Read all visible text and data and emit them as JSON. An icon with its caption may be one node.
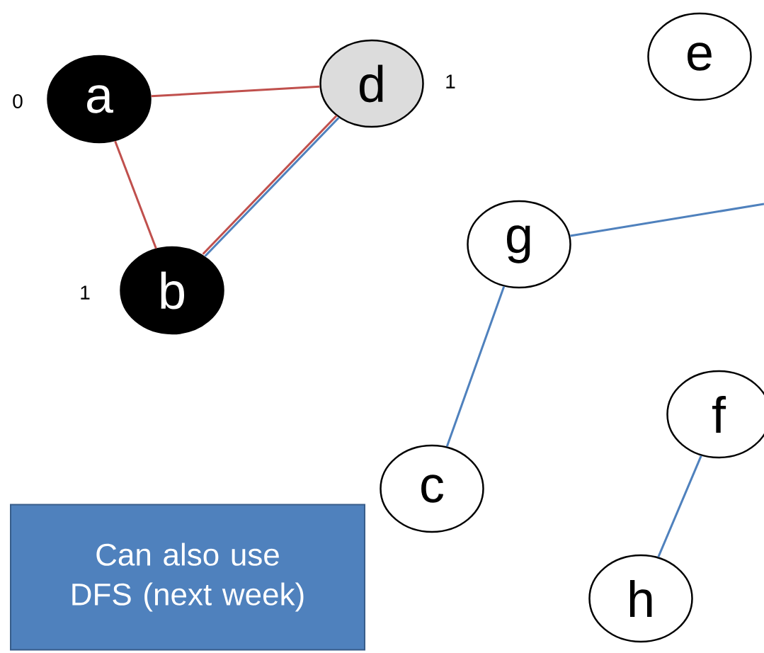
{
  "diagram": {
    "nodes": [
      {
        "text": [
          "a"
        ],
        "beside": [
          "0"
        ]
      },
      {
        "text": [
          "d"
        ],
        "beside": [
          "1"
        ]
      },
      {
        "text": [
          "e"
        ]
      },
      {
        "text": [
          "b"
        ],
        "beside": [
          "1"
        ]
      },
      {
        "text": [
          "g"
        ]
      },
      {
        "text": [
          "f"
        ]
      },
      {
        "text": [
          "c"
        ]
      },
      {
        "text": [
          "h"
        ]
      },
      {
        "text": [
          "Can also use DFS (next week)"
        ]
      }
    ],
    "edges": [
      {
        "from": 0,
        "to": 1,
        "arrow": "none",
        "color": "#c0504d"
      },
      {
        "from": 0,
        "to": 3,
        "arrow": "none",
        "color": "#c0504d"
      },
      {
        "from": 3,
        "to": 1,
        "arrow": "none",
        "color": "#4f81bd"
      },
      {
        "from": 3,
        "to": 1,
        "arrow": "none",
        "color": "#c0504d"
      },
      {
        "from": 4,
        "to": null,
        "arrow": "none",
        "color": "#4f81bd"
      },
      {
        "from": 4,
        "to": 6,
        "arrow": "none",
        "color": "#4f81bd"
      },
      {
        "from": 7,
        "to": 5,
        "arrow": "none",
        "color": "#4f81bd"
      }
    ]
  }
}
